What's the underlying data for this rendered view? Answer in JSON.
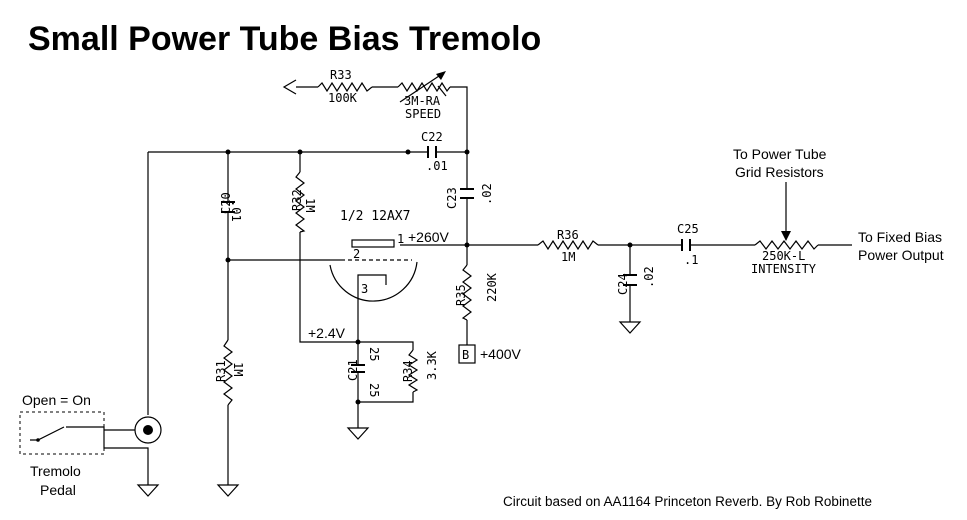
{
  "title": "Small Power Tube Bias Tremolo",
  "components": {
    "r33": {
      "ref": "R33",
      "value": "100K"
    },
    "speed": {
      "value": "3M-RA",
      "label": "SPEED"
    },
    "c22": {
      "ref": "C22",
      "value": ".01"
    },
    "c20": {
      "ref": "C20",
      "value": ".01"
    },
    "r32": {
      "ref": "R32",
      "value": "1M"
    },
    "c23": {
      "ref": "C23",
      "value": ".02"
    },
    "tube": {
      "label": "1/2 12AX7",
      "pin1": "1",
      "pin2": "2",
      "pin3": "3"
    },
    "r36": {
      "ref": "R36",
      "value": "1M"
    },
    "c25": {
      "ref": "C25",
      "value": ".1"
    },
    "intensity": {
      "value": "250K-L",
      "label": "INTENSITY"
    },
    "c24": {
      "ref": "C24",
      "value": ".02"
    },
    "r35": {
      "ref": "R35",
      "value": "220K"
    },
    "r31": {
      "ref": "R31",
      "value": "1M"
    },
    "c21": {
      "ref": "C21",
      "value": "25",
      "voltage": "25"
    },
    "r34": {
      "ref": "R34",
      "value": "3.3K"
    }
  },
  "voltages": {
    "plate": "+260V",
    "cathode": "+2.4V",
    "supply": "+400V",
    "b_node": "B"
  },
  "notes": {
    "grid_line1": "To Power Tube",
    "grid_line2": "Grid Resistors",
    "out_line1": "To Fixed Bias",
    "out_line2": "Power Output",
    "switch_label": "Open = On",
    "pedal_line1": "Tremolo",
    "pedal_line2": "Pedal",
    "credit": "Circuit based on AA1164 Princeton Reverb. By Rob Robinette"
  }
}
